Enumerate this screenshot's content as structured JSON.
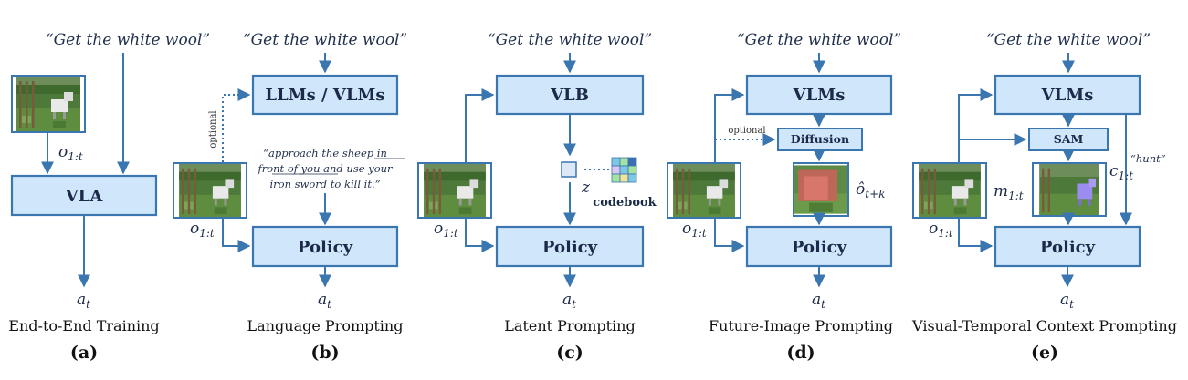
{
  "colors": {
    "box_fill": "#cfe6fb",
    "box_stroke": "#3a76b0",
    "text_dark": "#1b2a48"
  },
  "panels": [
    {
      "prompt": "“Get the white wool”",
      "obs": "o",
      "obs_sub": "1:t",
      "boxes": [
        "VLA"
      ],
      "action": "a",
      "action_sub": "t",
      "caption": "End-to-End Training",
      "letter": "(a)"
    },
    {
      "prompt": "“Get the white wool”",
      "obs": "o",
      "obs_sub": "1:t",
      "boxes": [
        "LLMs / VLMs",
        "Policy"
      ],
      "optional": "optional",
      "quote_lines": [
        "“approach the sheep in",
        "front of you and use your",
        "iron sword to kill it.”"
      ],
      "action": "a",
      "action_sub": "t",
      "caption": "Language Prompting",
      "letter": "(b)"
    },
    {
      "prompt": "“Get the white wool”",
      "obs": "o",
      "obs_sub": "1:t",
      "boxes": [
        "VLB",
        "Policy"
      ],
      "latent": "z",
      "codebook": "codebook",
      "action": "a",
      "action_sub": "t",
      "caption": "Latent Prompting",
      "letter": "(c)"
    },
    {
      "prompt": "“Get the white wool”",
      "obs": "o",
      "obs_sub": "1:t",
      "boxes": [
        "VLMs",
        "Diffusion",
        "Policy"
      ],
      "optional": "optional",
      "future": "ô",
      "future_sub": "t+k",
      "action": "a",
      "action_sub": "t",
      "caption": "Future-Image Prompting",
      "letter": "(d)"
    },
    {
      "prompt": "“Get the white wool”",
      "obs": "o",
      "obs_sub": "1:t",
      "boxes": [
        "VLMs",
        "SAM",
        "Policy"
      ],
      "mask": "m",
      "mask_sub": "1:t",
      "context": "c",
      "context_sub": "1:t",
      "hunt": "“hunt”",
      "action": "a",
      "action_sub": "t",
      "caption": "Visual-Temporal Context Prompting",
      "letter": "(e)"
    }
  ]
}
